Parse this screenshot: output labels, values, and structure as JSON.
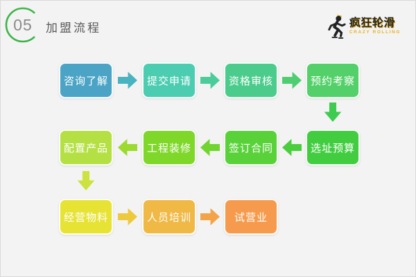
{
  "header": {
    "number": "05",
    "title": "加盟流程",
    "circle_color": "#3cb54a"
  },
  "logo": {
    "skater_icon": "skater-icon",
    "name_cn": "疯狂轮滑",
    "name_en": "CRAZY ROLLING",
    "accent_color": "#e6b325",
    "text_color": "#262626"
  },
  "flow": {
    "steps": [
      {
        "label": "咨询了解",
        "color": "#4ba4c5"
      },
      {
        "label": "提交申请",
        "color": "#4cccb0"
      },
      {
        "label": "资格审核",
        "color": "#4ccc8c"
      },
      {
        "label": "预约考察",
        "color": "#53d069"
      },
      {
        "label": "选址预算",
        "color": "#42cd41"
      },
      {
        "label": "签订合同",
        "color": "#59d23a"
      },
      {
        "label": "工程装修",
        "color": "#7fd72a"
      },
      {
        "label": "配置产品",
        "color": "#b5e044"
      },
      {
        "label": "经营物料",
        "color": "#e7e335"
      },
      {
        "label": "人员培训",
        "color": "#f0b845"
      },
      {
        "label": "试营业",
        "color": "#f69b4d"
      }
    ],
    "arrows": [
      {
        "dir": "right",
        "color": "#49b3c0"
      },
      {
        "dir": "right",
        "color": "#4bcc9b"
      },
      {
        "dir": "right",
        "color": "#4fce71"
      },
      {
        "dir": "down",
        "color": "#3fcb50"
      },
      {
        "dir": "left",
        "color": "#4bce3e"
      },
      {
        "dir": "left",
        "color": "#71d52f"
      },
      {
        "dir": "left",
        "color": "#9cda30"
      },
      {
        "dir": "down",
        "color": "#cde23f"
      },
      {
        "dir": "right",
        "color": "#edc93e"
      },
      {
        "dir": "right",
        "color": "#f3a448"
      }
    ]
  }
}
